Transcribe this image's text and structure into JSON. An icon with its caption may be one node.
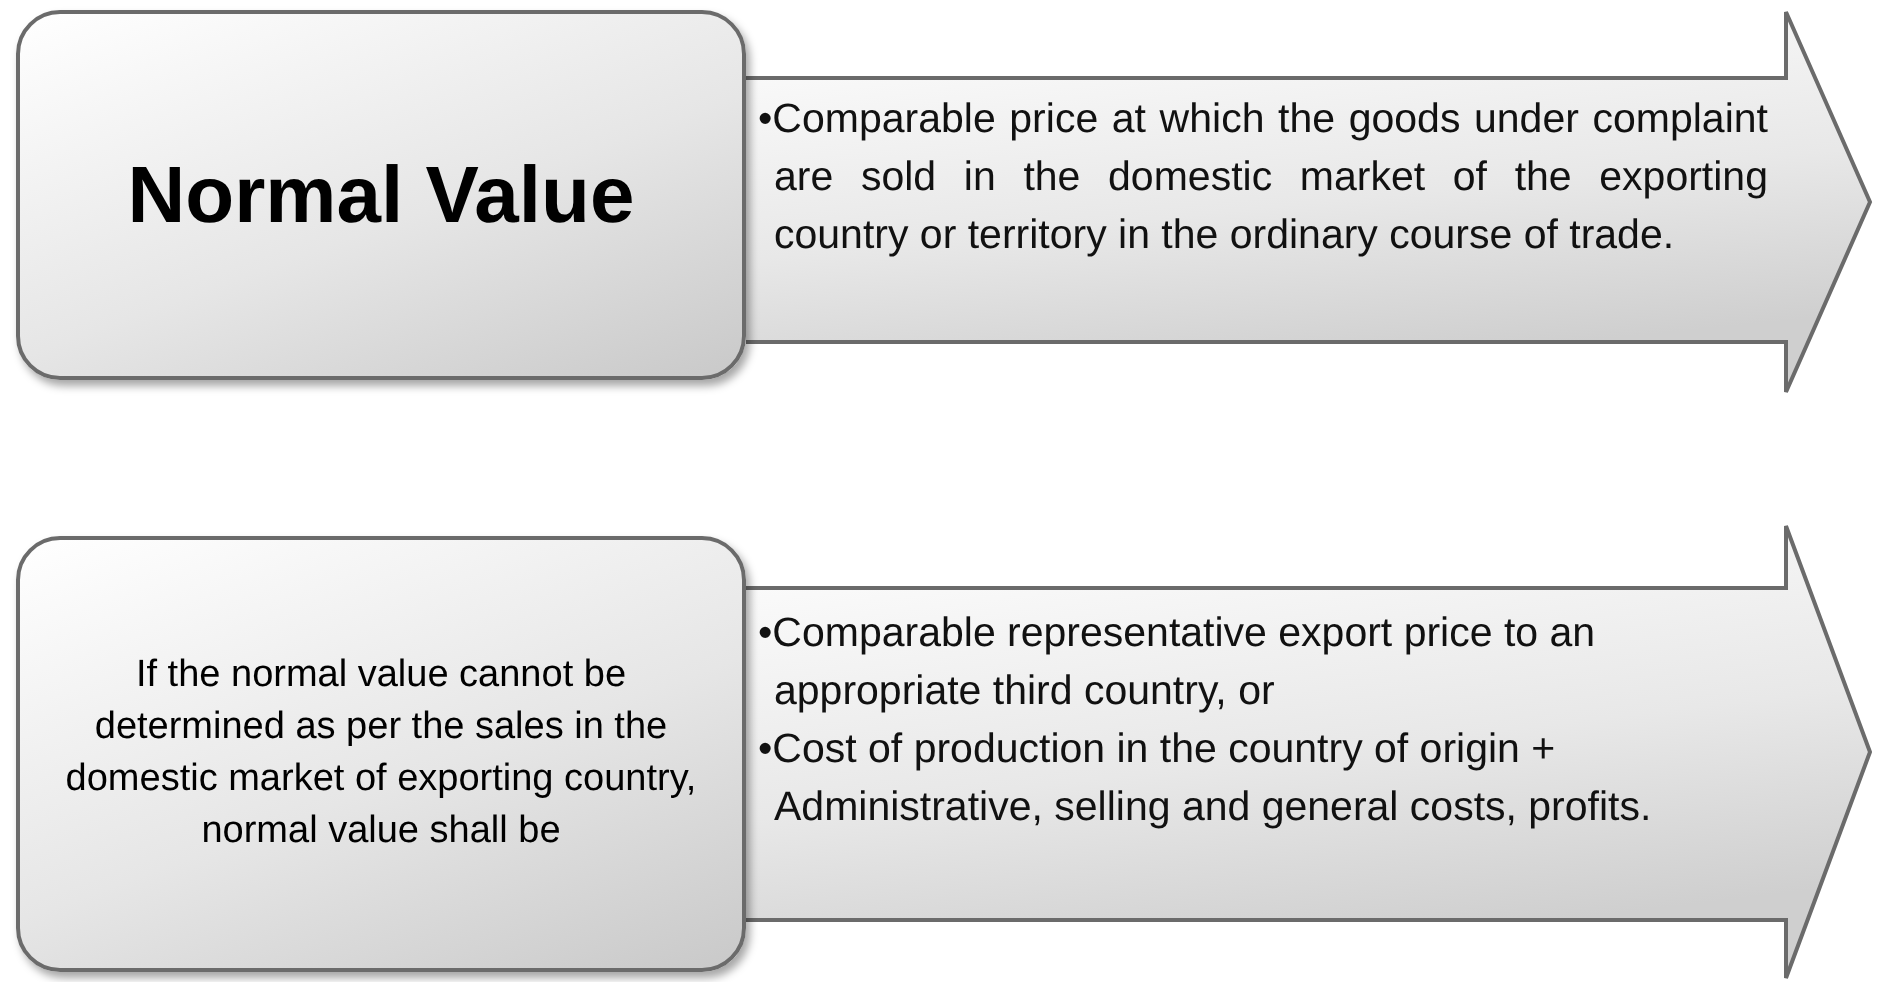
{
  "diagram": {
    "nodes": [
      {
        "text": [
          "Normal Value"
        ]
      },
      {
        "text": [
          "•Comparable price at which the goods under complaint are sold in the domestic market of the exporting country or territory in the ordinary course of trade."
        ]
      },
      {
        "text": [
          "If the normal value cannot be determined as per the sales in the domestic market of exporting country, normal value shall be"
        ]
      },
      {
        "text": [
          "•Comparable representative export price to an appropriate third country, or",
          "•Cost of production in the country of origin + Administrative, selling and general costs, profits."
        ]
      }
    ]
  }
}
